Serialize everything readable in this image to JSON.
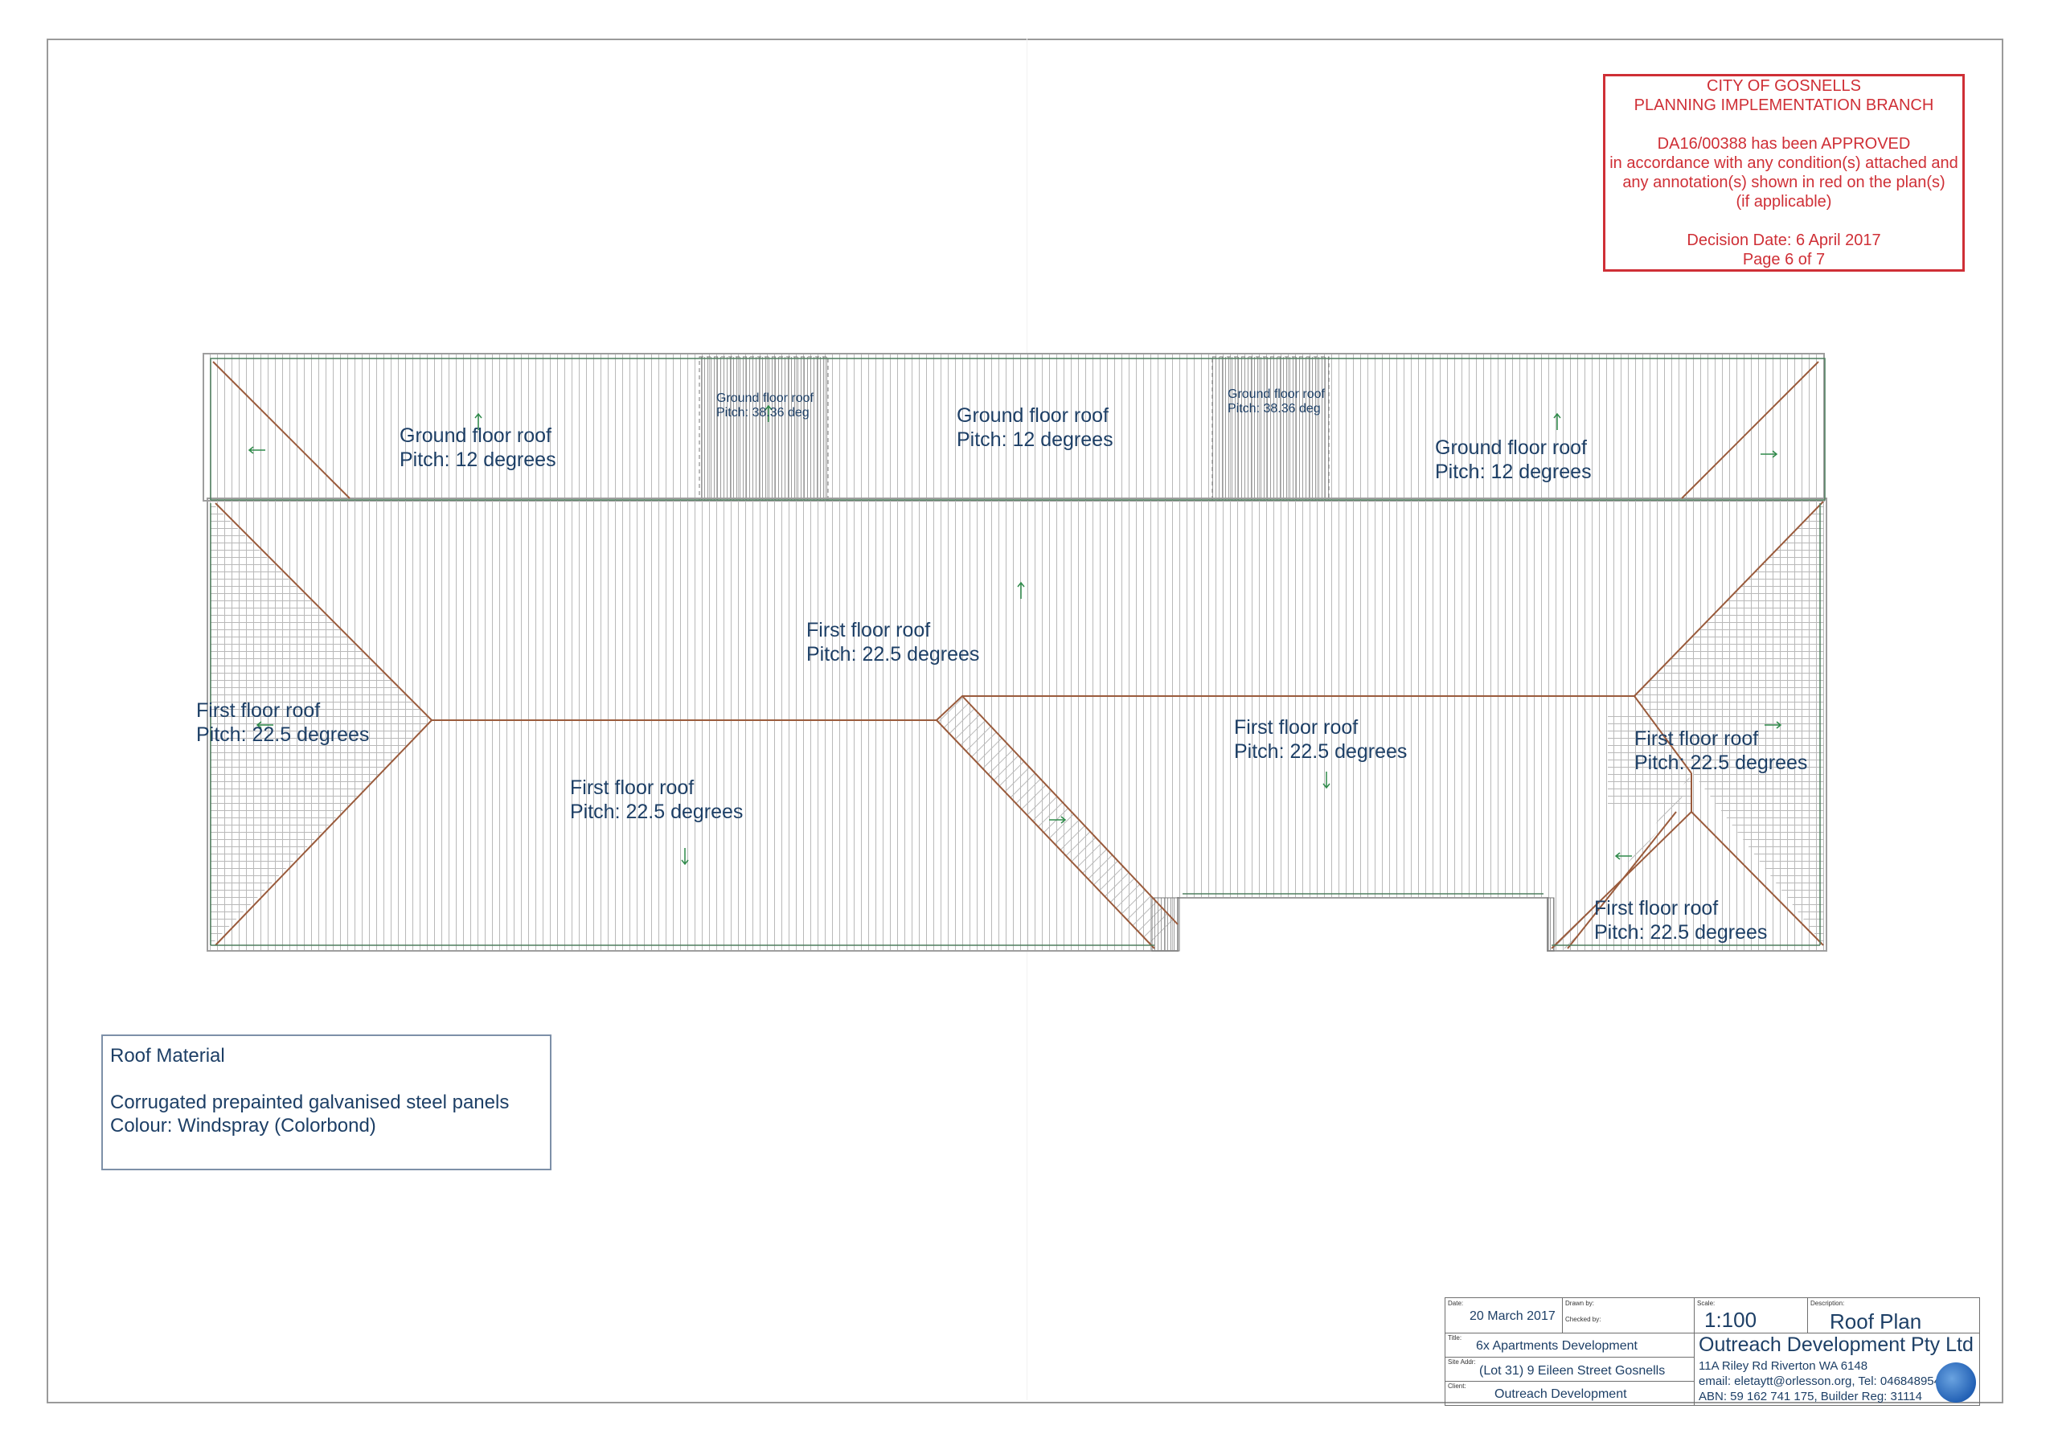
{
  "stamp": {
    "line1": "CITY OF GOSNELLS",
    "line2": "PLANNING IMPLEMENTATION BRANCH",
    "line3": "DA16/00388 has been APPROVED",
    "line4": "in accordance with any condition(s) attached and",
    "line5": "any annotation(s) shown in red on the plan(s)",
    "line6": "(if applicable)",
    "decision": "Decision Date: 6 April 2017",
    "page": "Page 6 of 7"
  },
  "roof_labels": [
    {
      "name": "Ground floor roof",
      "pitch": "Pitch: 12 degrees"
    },
    {
      "name": "Ground floor roof",
      "pitch": "Pitch: 38.36 deg"
    },
    {
      "name": "Ground floor roof",
      "pitch": "Pitch: 12 degrees"
    },
    {
      "name": "Ground floor roof",
      "pitch": "Pitch: 38.36 deg"
    },
    {
      "name": "Ground floor roof",
      "pitch": "Pitch: 12 degrees"
    },
    {
      "name": "First floor roof",
      "pitch": "Pitch: 22.5 degrees"
    },
    {
      "name": "First floor roof",
      "pitch": "Pitch: 22.5 degrees"
    },
    {
      "name": "First floor roof",
      "pitch": "Pitch: 22.5 degrees"
    },
    {
      "name": "First floor roof",
      "pitch": "Pitch: 22.5 degrees"
    },
    {
      "name": "First floor roof",
      "pitch": "Pitch: 22.5 degrees"
    },
    {
      "name": "First floor roof",
      "pitch": "Pitch: 22.5 degrees"
    }
  ],
  "material": {
    "heading": "Roof Material",
    "line1": "Corrugated prepainted galvanised steel panels",
    "line2": "Colour: Windspray (Colorbond)"
  },
  "title_block": {
    "date_caption": "Date:",
    "date": "20 March 2017",
    "drawn_caption": "Drawn by:",
    "checked_caption": "Checked by:",
    "scale_caption": "Scale:",
    "scale": "1:100",
    "desc_caption": "Description:",
    "description": "Roof Plan",
    "title_caption": "Title:",
    "title": "6x Apartments Development",
    "site_caption": "Site Addr:",
    "site": "(Lot 31) 9 Eileen Street Gosnells",
    "client_caption": "Client:",
    "client": "Outreach Development",
    "company": "Outreach Development Pty Ltd",
    "address": "11A Riley Rd Riverton WA 6148",
    "contact": "email: eletaytt@orlesson.org, Tel: 0468489547",
    "abn": "ABN: 59 162 741 175, Builder Reg: 31114"
  },
  "colors": {
    "stamp_red": "#cf2f36",
    "label_blue": "#1d3f66",
    "ridge_brown": "#9a5b3c",
    "outline_green": "#4f7f5e"
  }
}
